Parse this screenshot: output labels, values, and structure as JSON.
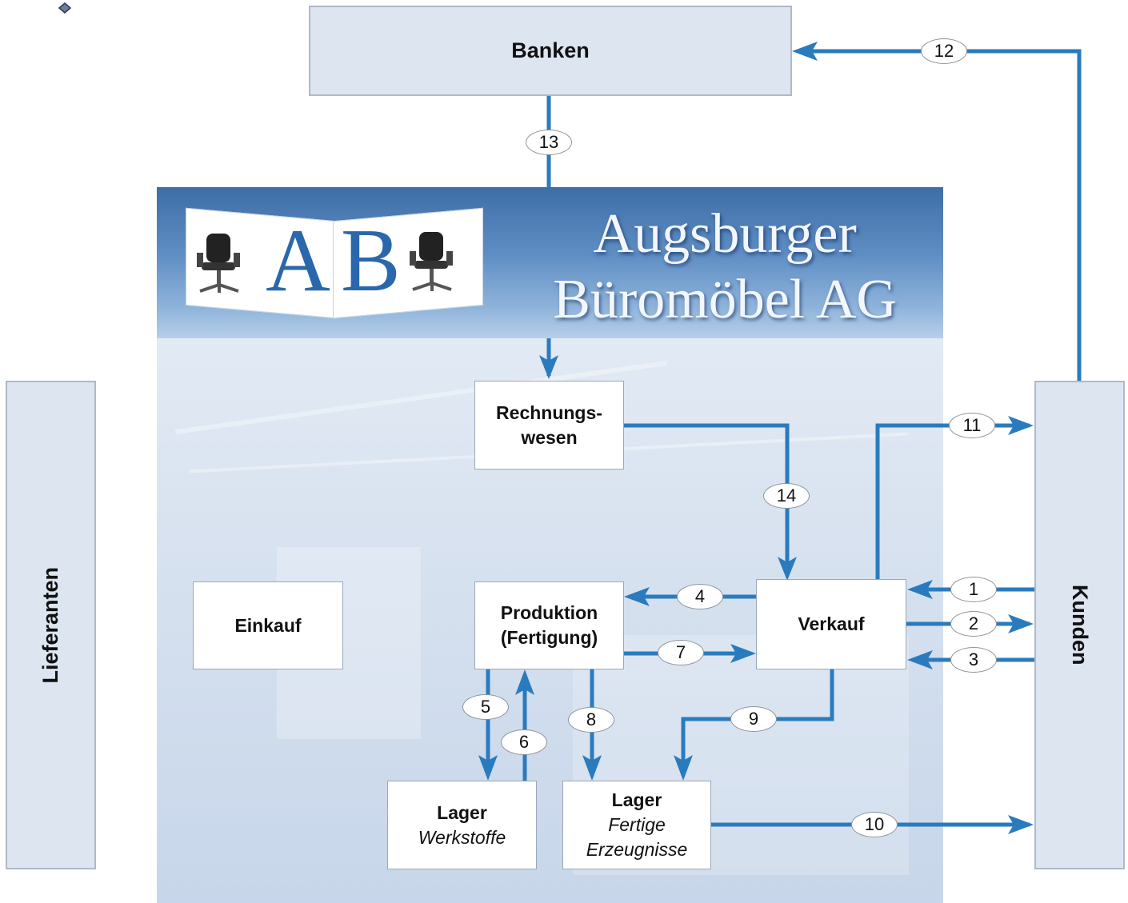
{
  "external": {
    "banken": "Banken",
    "lieferanten": "Lieferanten",
    "kunden": "Kunden"
  },
  "company": {
    "logo_letter_1": "A",
    "logo_letter_2": "B",
    "name_line1": "Augsburger",
    "name_line2": "Büromöbel AG"
  },
  "departments": {
    "rechnungswesen": "Rechnungs-\nwesen",
    "einkauf": "Einkauf",
    "produktion_line1": "Produktion",
    "produktion_line2": "(Fertigung)",
    "verkauf": "Verkauf",
    "lager_werkstoffe_title": "Lager",
    "lager_werkstoffe_sub": "Werkstoffe",
    "lager_fertig_title": "Lager",
    "lager_fertig_sub1": "Fertige",
    "lager_fertig_sub2": "Erzeugnisse"
  },
  "flows": [
    "1",
    "2",
    "3",
    "4",
    "5",
    "6",
    "7",
    "8",
    "9",
    "10",
    "11",
    "12",
    "13",
    "14"
  ],
  "colors": {
    "arrow": "#2a7bbd",
    "box_fill": "#dde5f0",
    "banner": "#5f8ec4"
  },
  "icons": [
    "office-chair-icon",
    "office-chair-icon"
  ]
}
